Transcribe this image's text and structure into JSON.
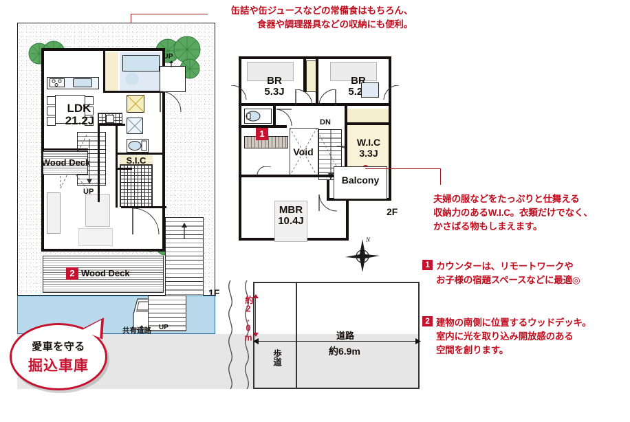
{
  "annotations": {
    "top": {
      "line1": "缶詰や缶ジュースなどの常備食はもちろん、",
      "line2": "食器や調理器具などの収納にも便利。"
    },
    "wic": {
      "line1": "夫婦の服などをたっぷりと仕舞える",
      "line2": "収納力のあるW.I.C。衣類だけでなく、",
      "line3": "かさばる物もしまえます。"
    },
    "item1": {
      "badge": "1",
      "line1": "カウンターは、リモートワークや",
      "line2": "お子様の宿題スペースなどに最適◎"
    },
    "item2": {
      "badge": "2",
      "line1": "建物の南側に位置するウッドデッキ。",
      "line2": "室内に光を取り込み開放感のある",
      "line3": "空間を創ります。"
    }
  },
  "bubble": {
    "line1": "愛車を守る",
    "line2": "掘込車庫"
  },
  "floor1": {
    "tag": "1F",
    "rooms": [
      {
        "name": "LDK",
        "area": "21.2J"
      },
      {
        "name": "S.I.C",
        "area": ""
      },
      {
        "name": "Wood Deck",
        "area": ""
      },
      {
        "name": "Wood Deck",
        "area": ""
      }
    ],
    "labels": {
      "ldk_name": "LDK",
      "ldk_area": "21.2J",
      "sic": "S.I.C",
      "deck_upper": "Wood Deck",
      "deck_lower": "Wood Deck",
      "up_stair": "UP",
      "up_right": "UP",
      "up_garage": "UP",
      "deck_marker": "2"
    }
  },
  "floor2": {
    "tag": "2F",
    "rooms": [
      {
        "name": "BR",
        "area": "5.3J"
      },
      {
        "name": "BR",
        "area": "5.2J"
      },
      {
        "name": "W.I.C",
        "area": "3.3J"
      },
      {
        "name": "MBR",
        "area": "10.4J"
      },
      {
        "name": "Void",
        "area": ""
      },
      {
        "name": "Balcony",
        "area": ""
      }
    ],
    "labels": {
      "br1_name": "BR",
      "br1_area": "5.3J",
      "br2_name": "BR",
      "br2_area": "5.2J",
      "wic_name": "W.I.C",
      "wic_area": "3.3J",
      "mbr_name": "MBR",
      "mbr_area": "10.4J",
      "void": "Void",
      "balcony": "Balcony",
      "dn_stair": "DN",
      "counter_marker": "1"
    }
  },
  "site": {
    "shared_road": "共有道路",
    "road_name": "道路",
    "road_width": "約6.9m",
    "sidewalk": "歩道",
    "garage_depth": "約2.0m"
  },
  "compass": {
    "north": "N"
  },
  "colors": {
    "accent_red": "#c4122f",
    "anno_red": "#c00d1e",
    "wall_black": "#15100d",
    "garage_blue": "#b9d9ec",
    "garage_border": "#2f6f9f",
    "road_gray": "#e6e6e6",
    "tint_yellow": "#f5efd0",
    "tint_blue": "#dfeaf5"
  }
}
